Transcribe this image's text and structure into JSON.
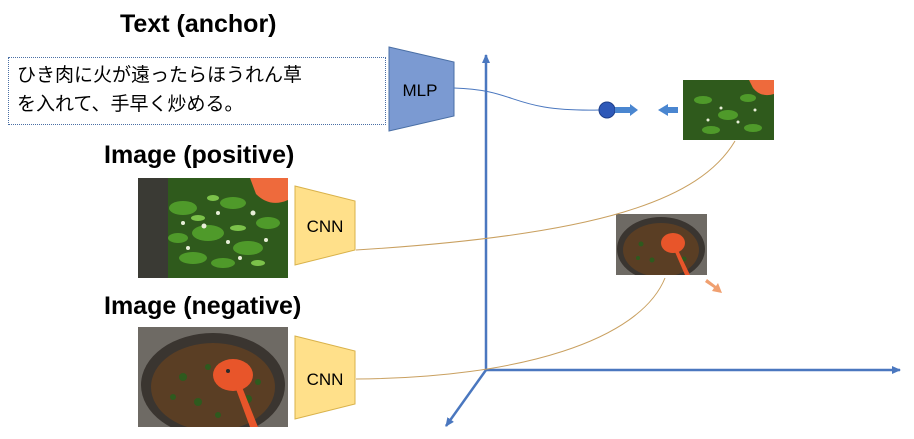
{
  "anchor": {
    "heading": "Text (anchor)",
    "text_lines": [
      "ひき肉に火が遠ったらほうれん草",
      "を入れて、手早く炒める。"
    ],
    "encoder": "MLP",
    "encoder_color": "#7b9ad2"
  },
  "positive": {
    "heading": "Image (positive)",
    "encoder": "CNN",
    "encoder_color": "#ffe08a"
  },
  "negative": {
    "heading": "Image (negative)",
    "encoder": "CNN",
    "encoder_color": "#ffe08a"
  },
  "colors": {
    "axis": "#4a77bf",
    "anchor_point": "#2e59b8",
    "positive_arrow": "#4a86d0",
    "negative_arrow": "#f0a070",
    "connector": "#c9a060"
  }
}
